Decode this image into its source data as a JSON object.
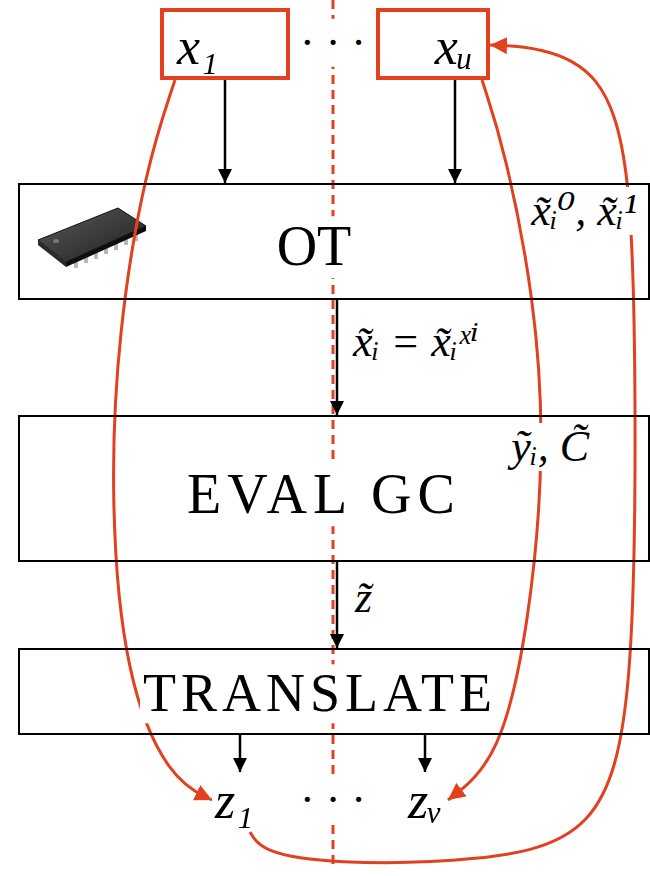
{
  "diagram": {
    "nodes": [
      {
        "text": [
          "x₁"
        ]
      },
      {
        "text": [
          "xᵤ"
        ]
      },
      {
        "text": [
          "OT",
          "x̃ᵢ⁰, x̃ᵢ¹"
        ]
      },
      {
        "text": [
          "EVAL GC",
          "ỹᵢ, C̃"
        ]
      },
      {
        "text": [
          "TRANSLATE"
        ]
      },
      {
        "text": [
          "z₁"
        ]
      },
      {
        "text": [
          "zᵥ"
        ]
      }
    ],
    "edges": [
      {
        "from": 0,
        "to": 2,
        "arrow": "to"
      },
      {
        "from": 1,
        "to": 2,
        "arrow": "to"
      },
      {
        "from": 2,
        "to": 3,
        "label": "x̃ᵢ = x̃ᵢˣⁱ",
        "arrow": "to"
      },
      {
        "from": 3,
        "to": 4,
        "label": "z̃",
        "arrow": "to"
      },
      {
        "from": 4,
        "to": 5,
        "arrow": "to"
      },
      {
        "from": 4,
        "to": 6,
        "arrow": "to"
      },
      {
        "from": 0,
        "to": 5,
        "arrow": "to"
      },
      {
        "from": 1,
        "to": 6,
        "arrow": "to"
      },
      {
        "from": 5,
        "to": 1,
        "arrow": "to"
      }
    ],
    "labels": [
      "· · ·",
      "· · ·"
    ]
  }
}
